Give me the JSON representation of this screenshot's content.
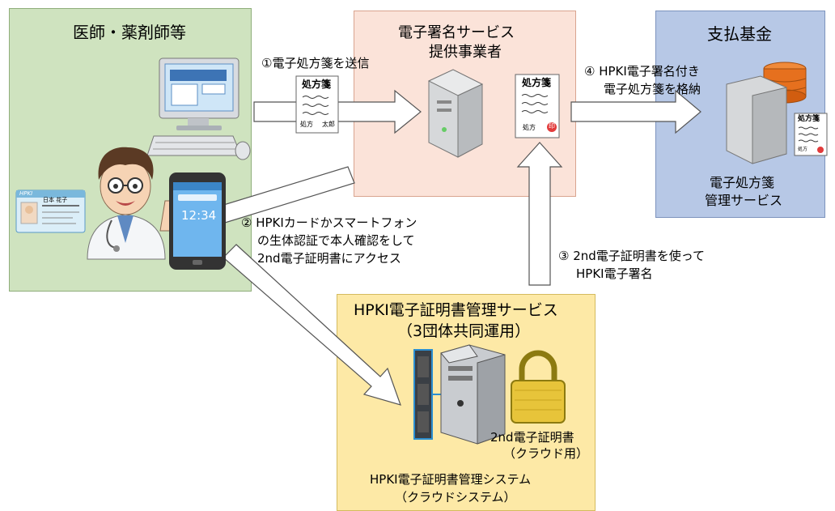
{
  "panels": {
    "doctor": {
      "title": "医師・薬剤師等",
      "fill": "#cfe3bf"
    },
    "provider": {
      "title_line1": "電子署名サービス",
      "title_line2": "提供事業者",
      "fill": "#fbe3d9"
    },
    "fund": {
      "title": "支払基金",
      "caption_line1": "電子処方箋",
      "caption_line2": "管理サービス",
      "fill": "#b7c8e6"
    },
    "hpki": {
      "title_line1": "HPKI電子証明書管理サービス",
      "title_line2": "（3団体共同運用）",
      "cert_line1": "2nd電子証明書",
      "cert_line2": "（クラウド用）",
      "system_line1": "HPKI電子証明書管理システム",
      "system_line2": "（クラウドシステム）",
      "fill": "#fde9a6"
    }
  },
  "steps": {
    "step1": "①電子処方箋を送信",
    "step2_line1": "② HPKIカードかスマートフォン",
    "step2_line2": "の生体認証で本人確認をして",
    "step2_line3": "2nd電子証明書にアクセス",
    "step3_line1": "③ 2nd電子証明書を使って",
    "step3_line2": "HPKI電子署名",
    "step4_line1": "④ HPKI電子署名付き",
    "step4_line2": "電子処方箋を格納"
  },
  "document": {
    "title": "処方箋",
    "sign_left": "処方",
    "sign_right": "太郎",
    "seal": "印"
  },
  "phone": {
    "clock": "12:34"
  },
  "hpki_card": {
    "label": "HPKI",
    "name": "日本 花子"
  },
  "icons": [
    "computer-icon",
    "doctor-icon",
    "smartphone-icon",
    "server-icon",
    "database-icon",
    "padlock-icon",
    "cloud-server-icon",
    "hpki-card-icon"
  ]
}
